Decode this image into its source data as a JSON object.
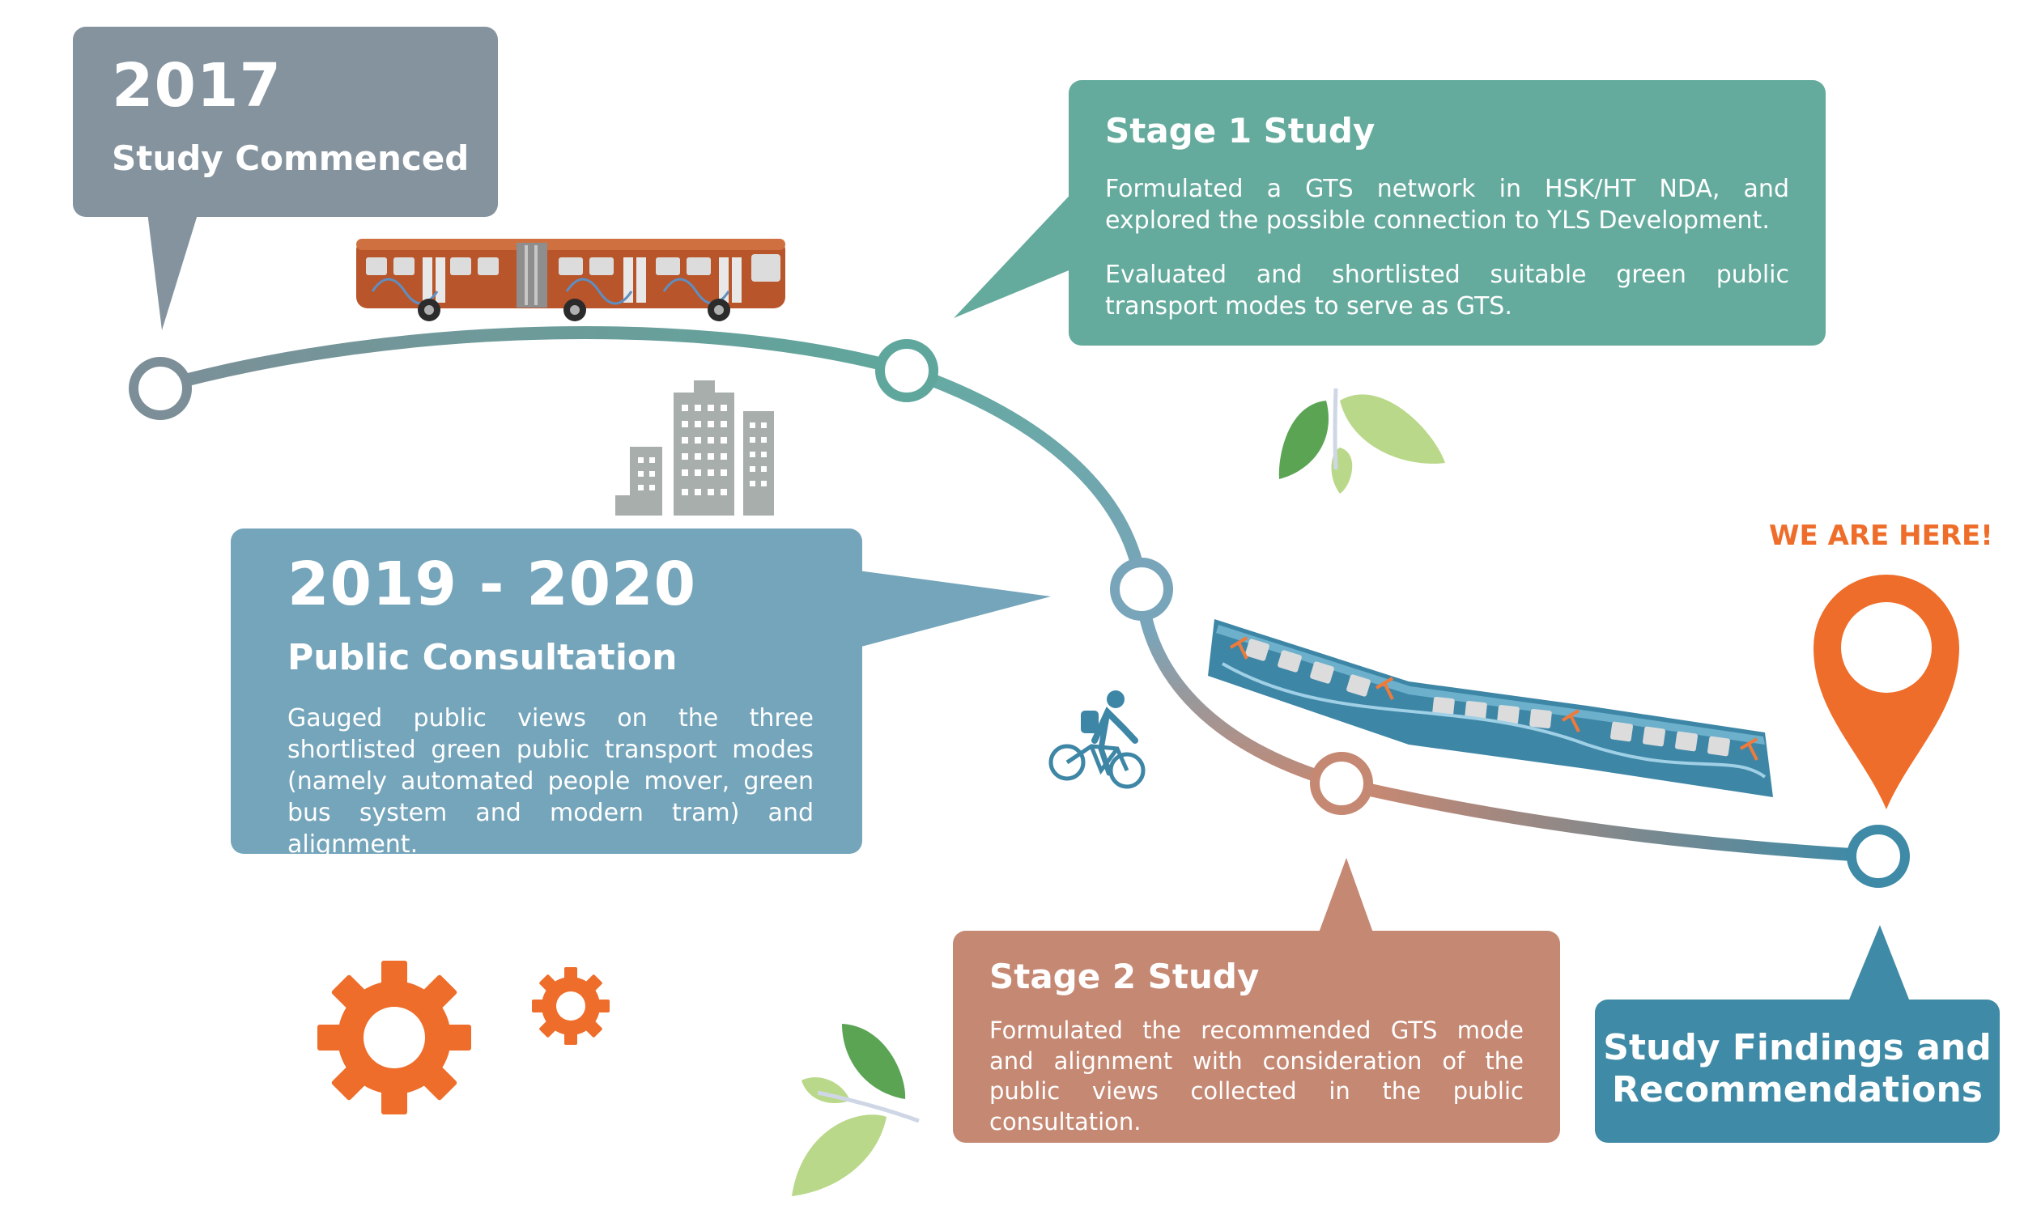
{
  "colors": {
    "box_2017": "#84939e",
    "box_stage1": "#64ab9d",
    "box_2019": "#75a5bb",
    "box_stage2": "#c58873",
    "box_findings": "#3f8aa6",
    "accent_orange": "#ee6d2a",
    "leaf_green_dark": "#5aa454",
    "leaf_green_light": "#b9d889",
    "building_gray": "#a7aeab"
  },
  "timeline": {
    "milestone_2017": {
      "year": "2017",
      "title": "Study Commenced"
    },
    "stage1": {
      "title": "Stage 1 Study",
      "paragraphs": [
        "Formulated a GTS network in HSK/HT NDA, and explored the possible connection to YLS Development.",
        "Evaluated and shortlisted suitable green public transport modes to serve as GTS."
      ]
    },
    "milestone_2019": {
      "year": "2019 - 2020",
      "title": "Public Consultation",
      "description": "Gauged public views on the three shortlisted green public transport modes (namely automated people mover, green bus system and modern tram) and alignment."
    },
    "stage2": {
      "title": "Stage 2 Study",
      "description": "Formulated the recommended GTS mode and alignment with consideration of the public views collected in the public consultation."
    },
    "findings": {
      "title_line1": "Study Findings and",
      "title_line2": "Recommendations"
    },
    "current_marker": {
      "label": "WE ARE HERE!"
    }
  },
  "icons": [
    "articulated-bus-icon",
    "buildings-icon",
    "leaves-icon",
    "tram-icon",
    "cyclist-icon",
    "gear-icon",
    "location-pin-icon"
  ]
}
